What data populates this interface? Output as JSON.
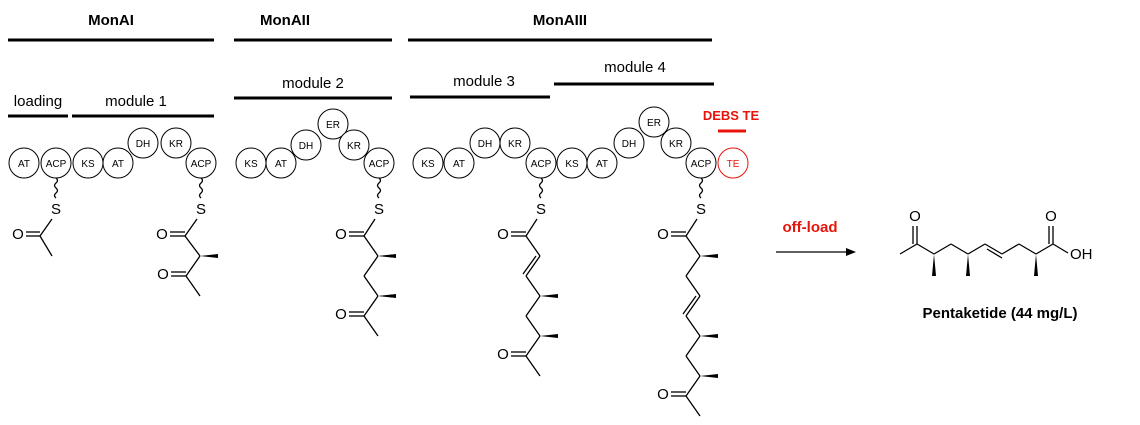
{
  "proteins": [
    {
      "key": "monAI",
      "label": "MonAI"
    },
    {
      "key": "monAII",
      "label": "MonAII"
    },
    {
      "key": "monAIII",
      "label": "MonAIII"
    }
  ],
  "modules": {
    "loading": "loading",
    "module1": "module 1",
    "module2": "module 2",
    "module3": "module 3",
    "module4": "module 4"
  },
  "domains": {
    "AT": "AT",
    "ACP": "ACP",
    "KS": "KS",
    "DH": "DH",
    "KR": "KR",
    "ER": "ER",
    "TE": "TE"
  },
  "debs_te_label": "DEBS TE",
  "offload_label": "off-load",
  "product_label": "Pentaketide (44 mg/L)",
  "atoms": {
    "S": "S",
    "O": "O",
    "OH": "OH"
  },
  "colors": {
    "accent_red": "#e8140c",
    "ink": "#000000"
  }
}
